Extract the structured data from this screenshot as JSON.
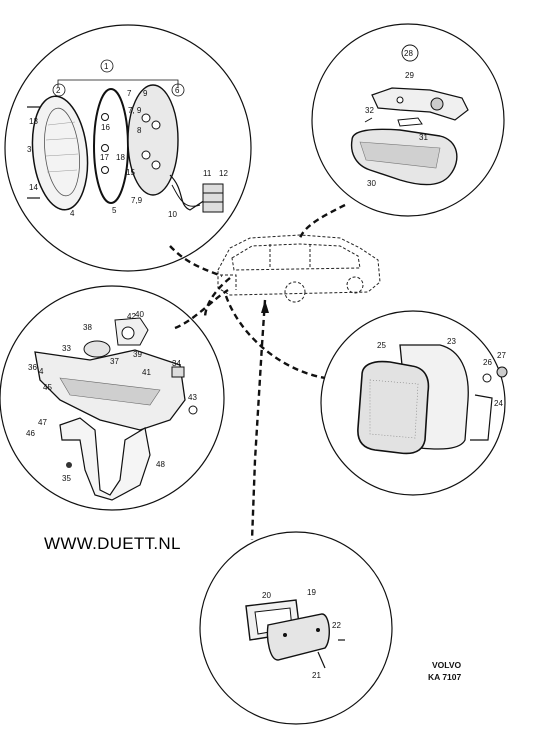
{
  "website": "WWW.DUETT.NL",
  "brand": "VOLVO",
  "code": "KA 7107",
  "callouts": {
    "c1": "1",
    "c2": "2",
    "c3": "3",
    "c4": "4",
    "c5": "5",
    "c6": "6",
    "c7": "7",
    "c79a": "7, 9",
    "c79b": "7,9",
    "c8": "8",
    "c9": "9",
    "c10": "10",
    "c11": "11",
    "c12": "12",
    "c13": "13",
    "c14": "14",
    "c15": "15",
    "c16": "16",
    "c17": "17",
    "c18": "18",
    "c19": "19",
    "c20": "20",
    "c21": "21",
    "c22": "22",
    "c23": "23",
    "c24": "24",
    "c25": "25",
    "c26": "26",
    "c27": "27",
    "c28": "28",
    "c29": "29",
    "c30": "30",
    "c31": "31",
    "c32": "32",
    "c33": "33",
    "c34": "34",
    "c35": "35",
    "c36": "36",
    "c37": "37",
    "c38": "38",
    "c39": "39",
    "c40": "40",
    "c41": "41",
    "c42": "42",
    "c43": "43",
    "c44": "4",
    "c45": "45",
    "c46": "46",
    "c47": "47",
    "c48": "48"
  },
  "colors": {
    "ink": "#111111",
    "paper": "#ffffff"
  }
}
